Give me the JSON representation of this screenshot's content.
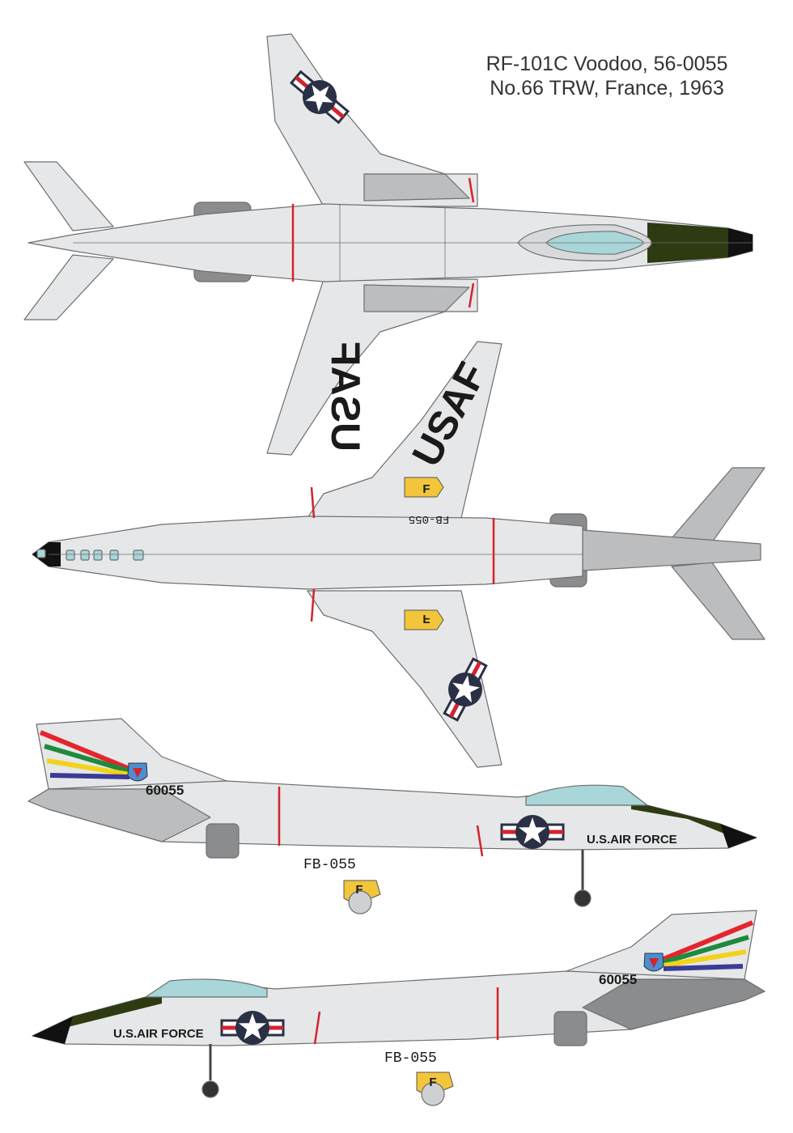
{
  "caption": {
    "line1": "RF-101C Voodoo, 56-0055",
    "line2": "No.66 TRW, France, 1963"
  },
  "markings": {
    "wing_text": "USAF",
    "serial": "60055",
    "fuselage_text": "U.S.AIR FORCE",
    "buzz_number": "FB-055",
    "door_letter": "F"
  },
  "colors": {
    "aluminium": "#e6e7e8",
    "panel_line": "#6d6e70",
    "canopy": "#a9d6d8",
    "anti_glare": "#2e3a12",
    "radome": "#111111",
    "insignia_blue": "#2a3045",
    "insignia_red": "#d4232d",
    "tail_red": "#e3262e",
    "tail_green": "#1f8a3c",
    "tail_yellow": "#f3d21b",
    "tail_blue": "#3a3c96",
    "door_yellow": "#f2c53b",
    "exhaust_grey": "#8b8c8e"
  },
  "icons": {
    "national_insignia": "star-and-bar",
    "unit_badge": "squadron-emblem"
  }
}
